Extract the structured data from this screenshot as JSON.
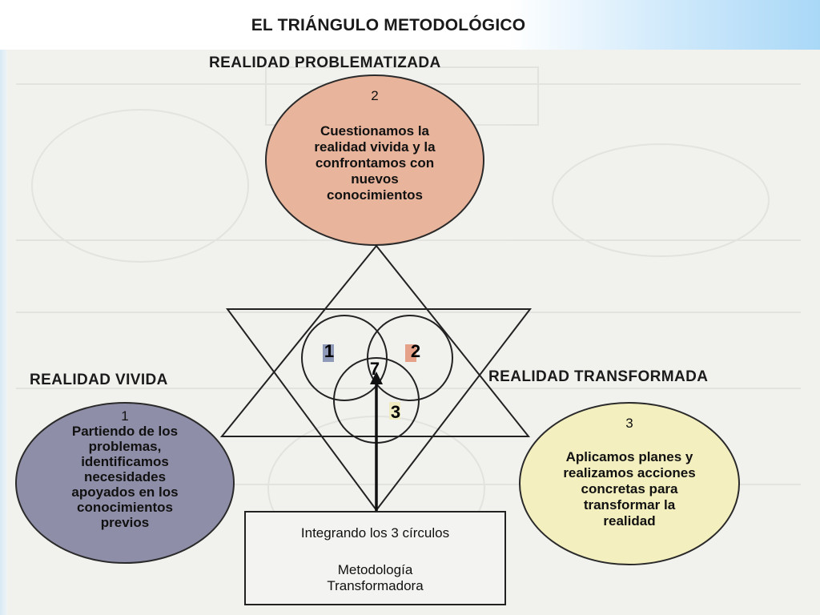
{
  "title": "EL TRIÁNGULO METODOLÓGICO",
  "headings": {
    "top": "REALIDAD PROBLEMATIZADA",
    "left": "REALIDAD VIVIDA",
    "right": "REALIDAD TRANSFORMADA"
  },
  "circles": {
    "top": {
      "number": "2",
      "lines": [
        "Cuestionamos la",
        "realidad vivida y la",
        "confrontamos con",
        "nuevos",
        "conocimientos"
      ]
    },
    "left": {
      "number": "1",
      "lines": [
        "Partiendo de los",
        "problemas,",
        "identificamos",
        "necesidades",
        "apoyados en los",
        "conocimientos",
        "previos"
      ]
    },
    "right": {
      "number": "3",
      "lines": [
        "Aplicamos planes y",
        "realizamos acciones",
        "concretas para",
        "transformar la",
        "realidad"
      ]
    }
  },
  "venn": {
    "left_label": "1",
    "right_label": "2",
    "bottom_label": "3",
    "center_label": "7"
  },
  "box": {
    "line1": "Integrando los 3 círculos",
    "line2": "Metodología",
    "line3": "Transformadora"
  },
  "colors": {
    "top_circle": "#e9b49c",
    "left_circle": "#8e8ea8",
    "right_circle": "#f4efbf",
    "header_accent": "#a9d8f7",
    "venn_left_marker": "#8f9ab8",
    "venn_right_marker": "#e6a288"
  }
}
